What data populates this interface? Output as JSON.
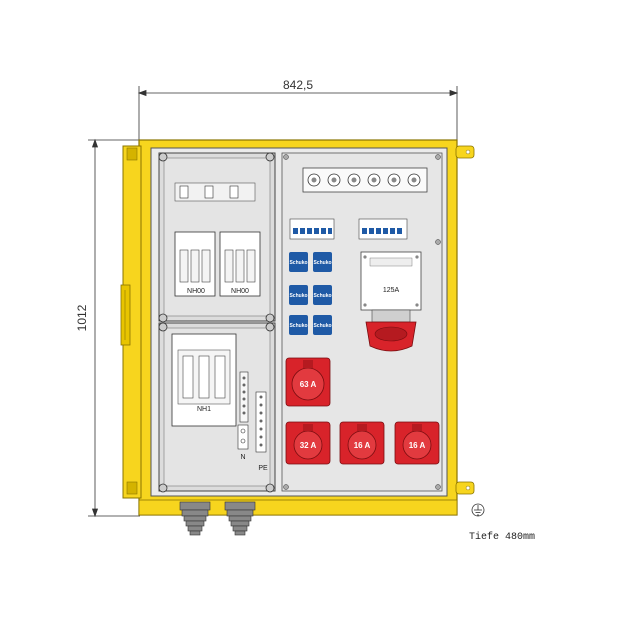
{
  "dimensions": {
    "width_label": "842,5",
    "height_label": "1012",
    "depth_label": "Tiefe 480mm"
  },
  "colors": {
    "frame": "#f7d51e",
    "frame_dark": "#c9a800",
    "panel": "#ebebeb",
    "socket_red": "#d8232a",
    "schuko_blue": "#1f5aa6"
  },
  "left_panel": {
    "fuse_labels": [
      "NH00",
      "NH00"
    ],
    "main_switch_label": "NH1",
    "terminal_n_label": "N",
    "terminal_pe_label": "PE"
  },
  "schuko": {
    "label": "Schuko",
    "count": 6
  },
  "large_socket": {
    "label": "125A"
  },
  "cee_sockets": [
    {
      "label": "63 A"
    },
    {
      "label": "32 A"
    },
    {
      "label": "16 A"
    },
    {
      "label": "16 A"
    }
  ],
  "icons": [
    "ground-icon"
  ]
}
